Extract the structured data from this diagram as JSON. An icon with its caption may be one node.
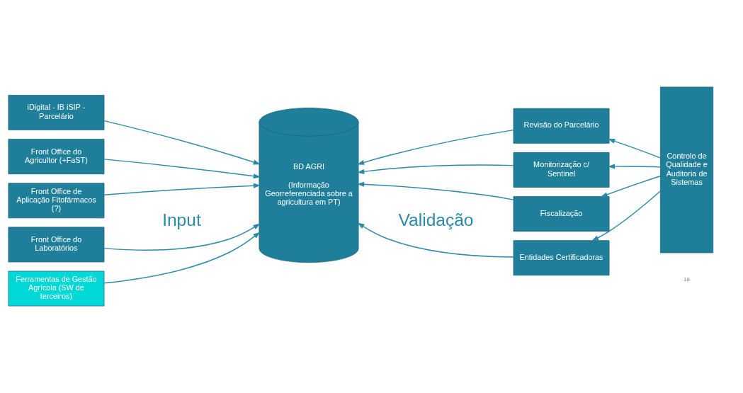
{
  "diagram": {
    "nodes": [
      {
        "text": [
          "iDigital - IB iSIP - Parcelário"
        ]
      },
      {
        "text": [
          "Front Office do Agricultor (+FaST)"
        ]
      },
      {
        "text": [
          "Front Office de Aplicação Fitofármacos (?)"
        ]
      },
      {
        "text": [
          "Front Office do Laboratórios"
        ]
      },
      {
        "text": [
          "Ferramentas de Gestão Agrícola (SW de terceiros)"
        ]
      },
      {
        "text": [
          "BD AGRI",
          "(Informação Georreferenciada sobre a agricultura em PT)"
        ]
      },
      {
        "text": [
          "Revisão do Parcelário"
        ]
      },
      {
        "text": [
          "Monitorização c/ Sentinel"
        ]
      },
      {
        "text": [
          "Fiscalização"
        ]
      },
      {
        "text": [
          "Entidades Certificadoras"
        ]
      },
      {
        "text": [
          "Controlo de Qualidade e Auditoria de Sistemas"
        ]
      }
    ],
    "edges": [
      {
        "from": 0,
        "to": 5,
        "arrow": "to"
      },
      {
        "from": 1,
        "to": 5,
        "arrow": "to"
      },
      {
        "from": 2,
        "to": 5,
        "arrow": "to"
      },
      {
        "from": 3,
        "to": 5,
        "arrow": "to"
      },
      {
        "from": 4,
        "to": 5,
        "arrow": "to"
      },
      {
        "from": 6,
        "to": 5,
        "arrow": "to"
      },
      {
        "from": 7,
        "to": 5,
        "arrow": "to"
      },
      {
        "from": 8,
        "to": 5,
        "arrow": "to"
      },
      {
        "from": 9,
        "to": 5,
        "arrow": "to"
      },
      {
        "from": 10,
        "to": 6,
        "arrow": "to"
      },
      {
        "from": 10,
        "to": 7,
        "arrow": "to"
      },
      {
        "from": 10,
        "to": 8,
        "arrow": "to"
      },
      {
        "from": 10,
        "to": 9,
        "arrow": "to"
      }
    ],
    "labels": [
      "Input",
      "Validação",
      "18"
    ]
  }
}
